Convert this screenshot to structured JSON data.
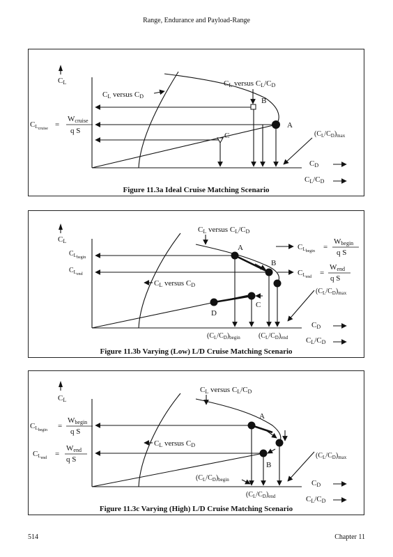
{
  "header": {
    "title": "Range, Endurance and Payload-Range"
  },
  "footer": {
    "page": "514",
    "chapter": "Chapter 11"
  },
  "labels": {
    "cl": "C",
    "cl_sub": "L",
    "cd": "C",
    "cd_sub": "D",
    "cl_versus_cd": "C",
    "cl_versus_cd_1": "L",
    "cl_versus_cd_2": " versus C",
    "cl_versus_cd_3": "D",
    "cl_versus_ld_1": "L",
    "cl_versus_ld_2": " versus C",
    "cl_versus_ld_3": "L",
    "cl_versus_ld_4": "/C",
    "cl_versus_ld_5": "D",
    "ld_axis_1": "C",
    "ld_axis_2": "L",
    "ld_axis_3": "/C",
    "ld_axis_4": "D",
    "max": "max",
    "q_s": "q S",
    "eq": "="
  },
  "figures": {
    "fig1": {
      "caption": "Figure 11.3a Ideal Cruise Matching Scenario",
      "cl_cruise": "cruise",
      "w_cruise": "cruise",
      "point_a": "A",
      "point_b": "B",
      "point_c": "C"
    },
    "fig2": {
      "caption": "Figure 11.3b Varying (Low) L/D Cruise Matching Scenario",
      "cl_begin": "begin",
      "cl_end": "end",
      "w_begin": "begin",
      "w_end": "end",
      "ld_begin": "begin",
      "ld_end": "end",
      "point_a": "A",
      "point_b": "B",
      "point_c": "C",
      "point_d": "D"
    },
    "fig3": {
      "caption": "Figure 11.3c Varying (High) L/D Cruise Matching Scenario",
      "cl_begin": "begin",
      "cl_end": "end",
      "w_begin": "begin",
      "w_end": "end",
      "ld_begin": "begin",
      "ld_end": "end",
      "point_a": "A",
      "point_b": "B"
    }
  }
}
